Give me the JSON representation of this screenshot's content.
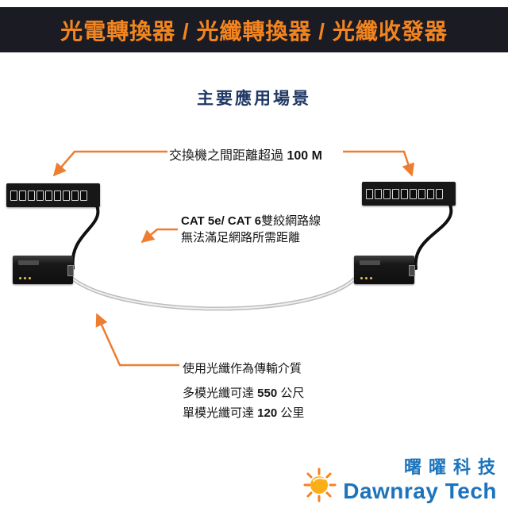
{
  "banner": {
    "title": "光電轉換器 / 光纖轉換器 / 光纖收發器"
  },
  "section": {
    "title": "主要應用場景"
  },
  "callouts": {
    "distance": {
      "prefix": "交換機之間距離超過 ",
      "bold": "100 M"
    },
    "cat": {
      "line1_bold": "CAT 5e/ CAT 6",
      "line1_rest": "雙絞網路線",
      "line2": "無法滿足網路所需距離"
    },
    "fiber": "使用光纖作為傳輸介質",
    "multimode": {
      "prefix": "多模光纖可達 ",
      "bold": "550",
      "suffix": " 公尺"
    },
    "singlemode": {
      "prefix": "單模光纖可達 ",
      "bold": "120",
      "suffix": " 公里"
    }
  },
  "logo": {
    "cn": "曙曜科技",
    "en": "Dawnray Tech"
  },
  "colors": {
    "accent_orange": "#ED7D31",
    "banner_orange": "#F28520",
    "banner_bg": "#1B1B23",
    "title_blue": "#1F3864",
    "logo_blue": "#1C74BC",
    "fiber_cable": "#C9C9C9",
    "utp_cable": "#111111"
  },
  "icons": {
    "sun": "sun-icon"
  }
}
